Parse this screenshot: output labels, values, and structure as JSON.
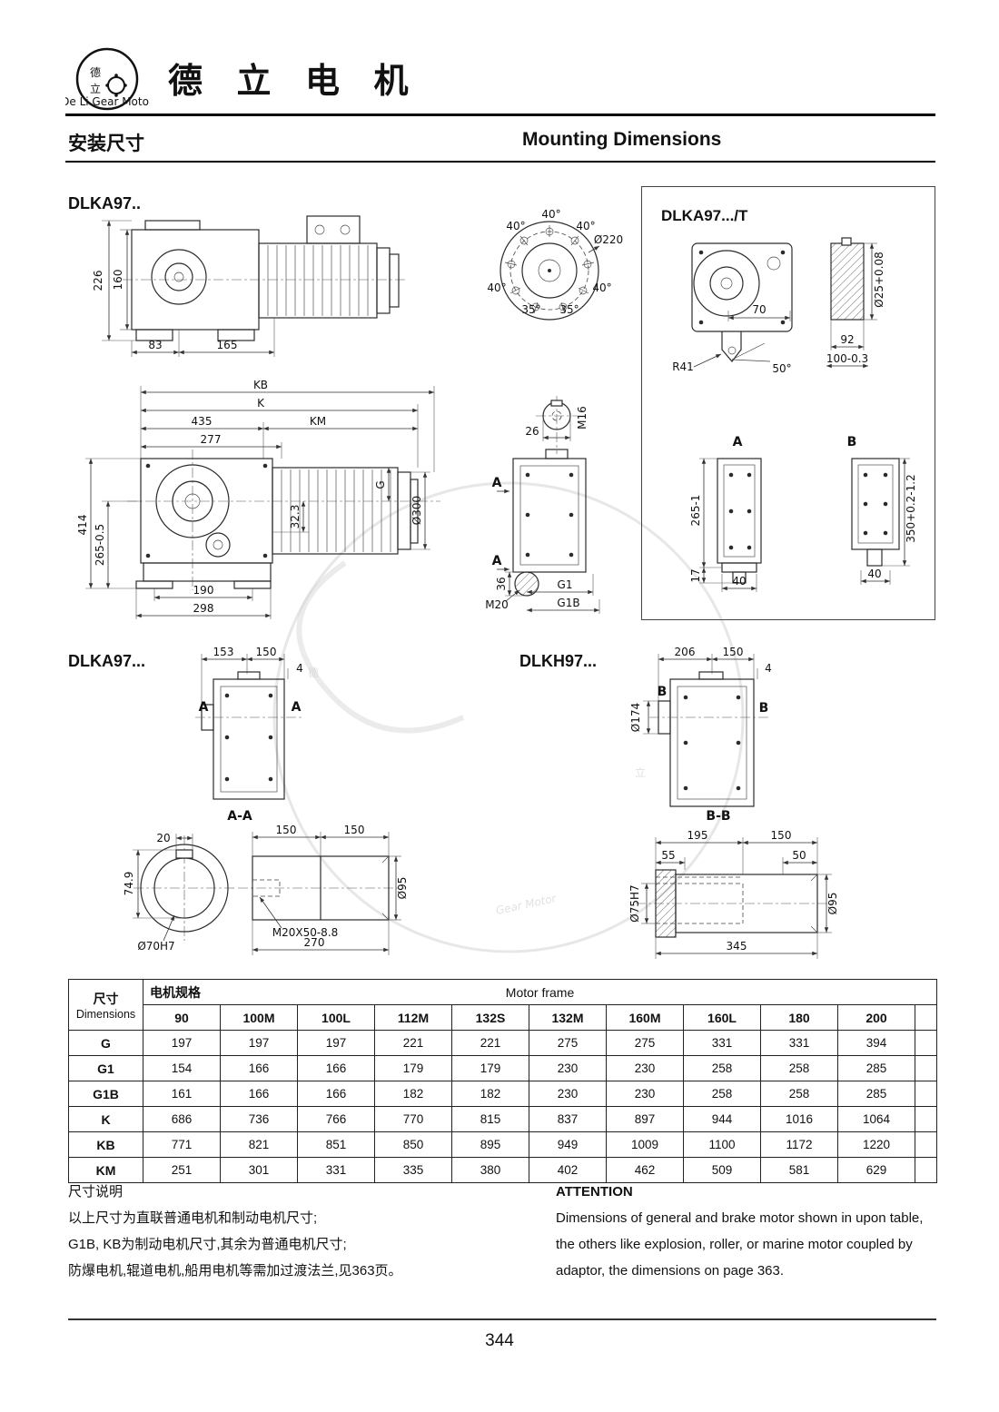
{
  "header": {
    "brand": "德 立 电 机",
    "logo": {
      "char_top": "德",
      "char_bottom": "立",
      "ring_text": "De Li Gear Motor"
    }
  },
  "subheader": {
    "title_cn": "安装尺寸",
    "title_en": "Mounting Dimensions"
  },
  "sections": {
    "dlka97_top": {
      "label": "DLKA97.."
    },
    "dlka97_t": {
      "label": "DLKA97.../T"
    },
    "dlka97_bottom": {
      "label": "DLKA97..."
    },
    "dlkh97": {
      "label": "DLKH97..."
    }
  },
  "dims": {
    "top_side_view": {
      "h1": "226",
      "h2": "160",
      "w1": "83",
      "w2": "165"
    },
    "flange": {
      "a_top": "40°",
      "a_top_left": "40°",
      "a_top_right": "40°",
      "diameter": "Ø220",
      "a_mid_left": "40°",
      "a_mid_right": "40°",
      "a_bot_left": "35°",
      "a_bot_right": "35°"
    },
    "t_panel": {
      "w70": "70",
      "r41": "R41",
      "a50": "50°",
      "bore": "Ø25+0.08",
      "w92": "92",
      "w100": "100-0.3",
      "view_a": "A",
      "view_b": "B",
      "h265": "265-1",
      "h17": "17",
      "w40a": "40",
      "h350": "350+0.2-1.2",
      "w40b": "40"
    },
    "side_view": {
      "kb": "KB",
      "k": "K",
      "w435": "435",
      "km": "KM",
      "w277": "277",
      "h414": "414",
      "h265": "265-0.5",
      "h32": "32.3",
      "g": "G",
      "d300": "Ø300",
      "w190": "190",
      "w298": "298"
    },
    "output_views": {
      "w26": "26",
      "m16": "M16",
      "a_marker1": "A",
      "a_marker2": "A",
      "h36": "36",
      "m20": "M20",
      "g1": "G1",
      "g1b": "G1B"
    },
    "dlka_detail": {
      "w153": "153",
      "w150": "150",
      "w4": "4",
      "a_left": "A",
      "a_right": "A",
      "section": "A-A",
      "w20": "20",
      "h749": "74.9",
      "bore": "Ø70H7",
      "w150a": "150",
      "w150b": "150",
      "d95": "Ø95",
      "thread": "M20X50-8.8",
      "w270": "270"
    },
    "dlkh_detail": {
      "w206": "206",
      "w150": "150",
      "w4": "4",
      "d174": "Ø174",
      "b_left": "B",
      "b_right": "B",
      "section": "B-B",
      "w195": "195",
      "w150b": "150",
      "w55": "55",
      "w50": "50",
      "bore": "Ø75H7",
      "d95": "Ø95",
      "w345": "345"
    }
  },
  "watermark": {
    "char1": "德",
    "char2": "立",
    "text": "Gear Motor"
  },
  "table": {
    "corner_cn": "尺寸",
    "corner_en": "Dimensions",
    "group_cn": "电机规格",
    "group_en": "Motor frame",
    "columns": [
      "90",
      "100M",
      "100L",
      "112M",
      "132S",
      "132M",
      "160M",
      "160L",
      "180",
      "200"
    ],
    "rows": [
      {
        "label": "G",
        "values": [
          "197",
          "197",
          "197",
          "221",
          "221",
          "275",
          "275",
          "331",
          "331",
          "394"
        ]
      },
      {
        "label": "G1",
        "values": [
          "154",
          "166",
          "166",
          "179",
          "179",
          "230",
          "230",
          "258",
          "258",
          "285"
        ]
      },
      {
        "label": "G1B",
        "values": [
          "161",
          "166",
          "166",
          "182",
          "182",
          "230",
          "230",
          "258",
          "258",
          "285"
        ]
      },
      {
        "label": "K",
        "values": [
          "686",
          "736",
          "766",
          "770",
          "815",
          "837",
          "897",
          "944",
          "1016",
          "1064"
        ]
      },
      {
        "label": "KB",
        "values": [
          "771",
          "821",
          "851",
          "850",
          "895",
          "949",
          "1009",
          "1100",
          "1172",
          "1220"
        ]
      },
      {
        "label": "KM",
        "values": [
          "251",
          "301",
          "331",
          "335",
          "380",
          "402",
          "462",
          "509",
          "581",
          "629"
        ]
      }
    ]
  },
  "notes": {
    "cn": {
      "title": "尺寸说明",
      "line1": "以上尺寸为直联普通电机和制动电机尺寸;",
      "line2": "G1B, KB为制动电机尺寸,其余为普通电机尺寸;",
      "line3": "防爆电机,辊道电机,船用电机等需加过渡法兰,见363页。"
    },
    "en": {
      "title": "ATTENTION",
      "line1": "Dimensions of general and brake motor shown in upon table,",
      "line2": "the others like explosion, roller, or marine motor coupled by",
      "line3": "adaptor, the dimensions on page 363."
    }
  },
  "footer": {
    "page": "344"
  }
}
